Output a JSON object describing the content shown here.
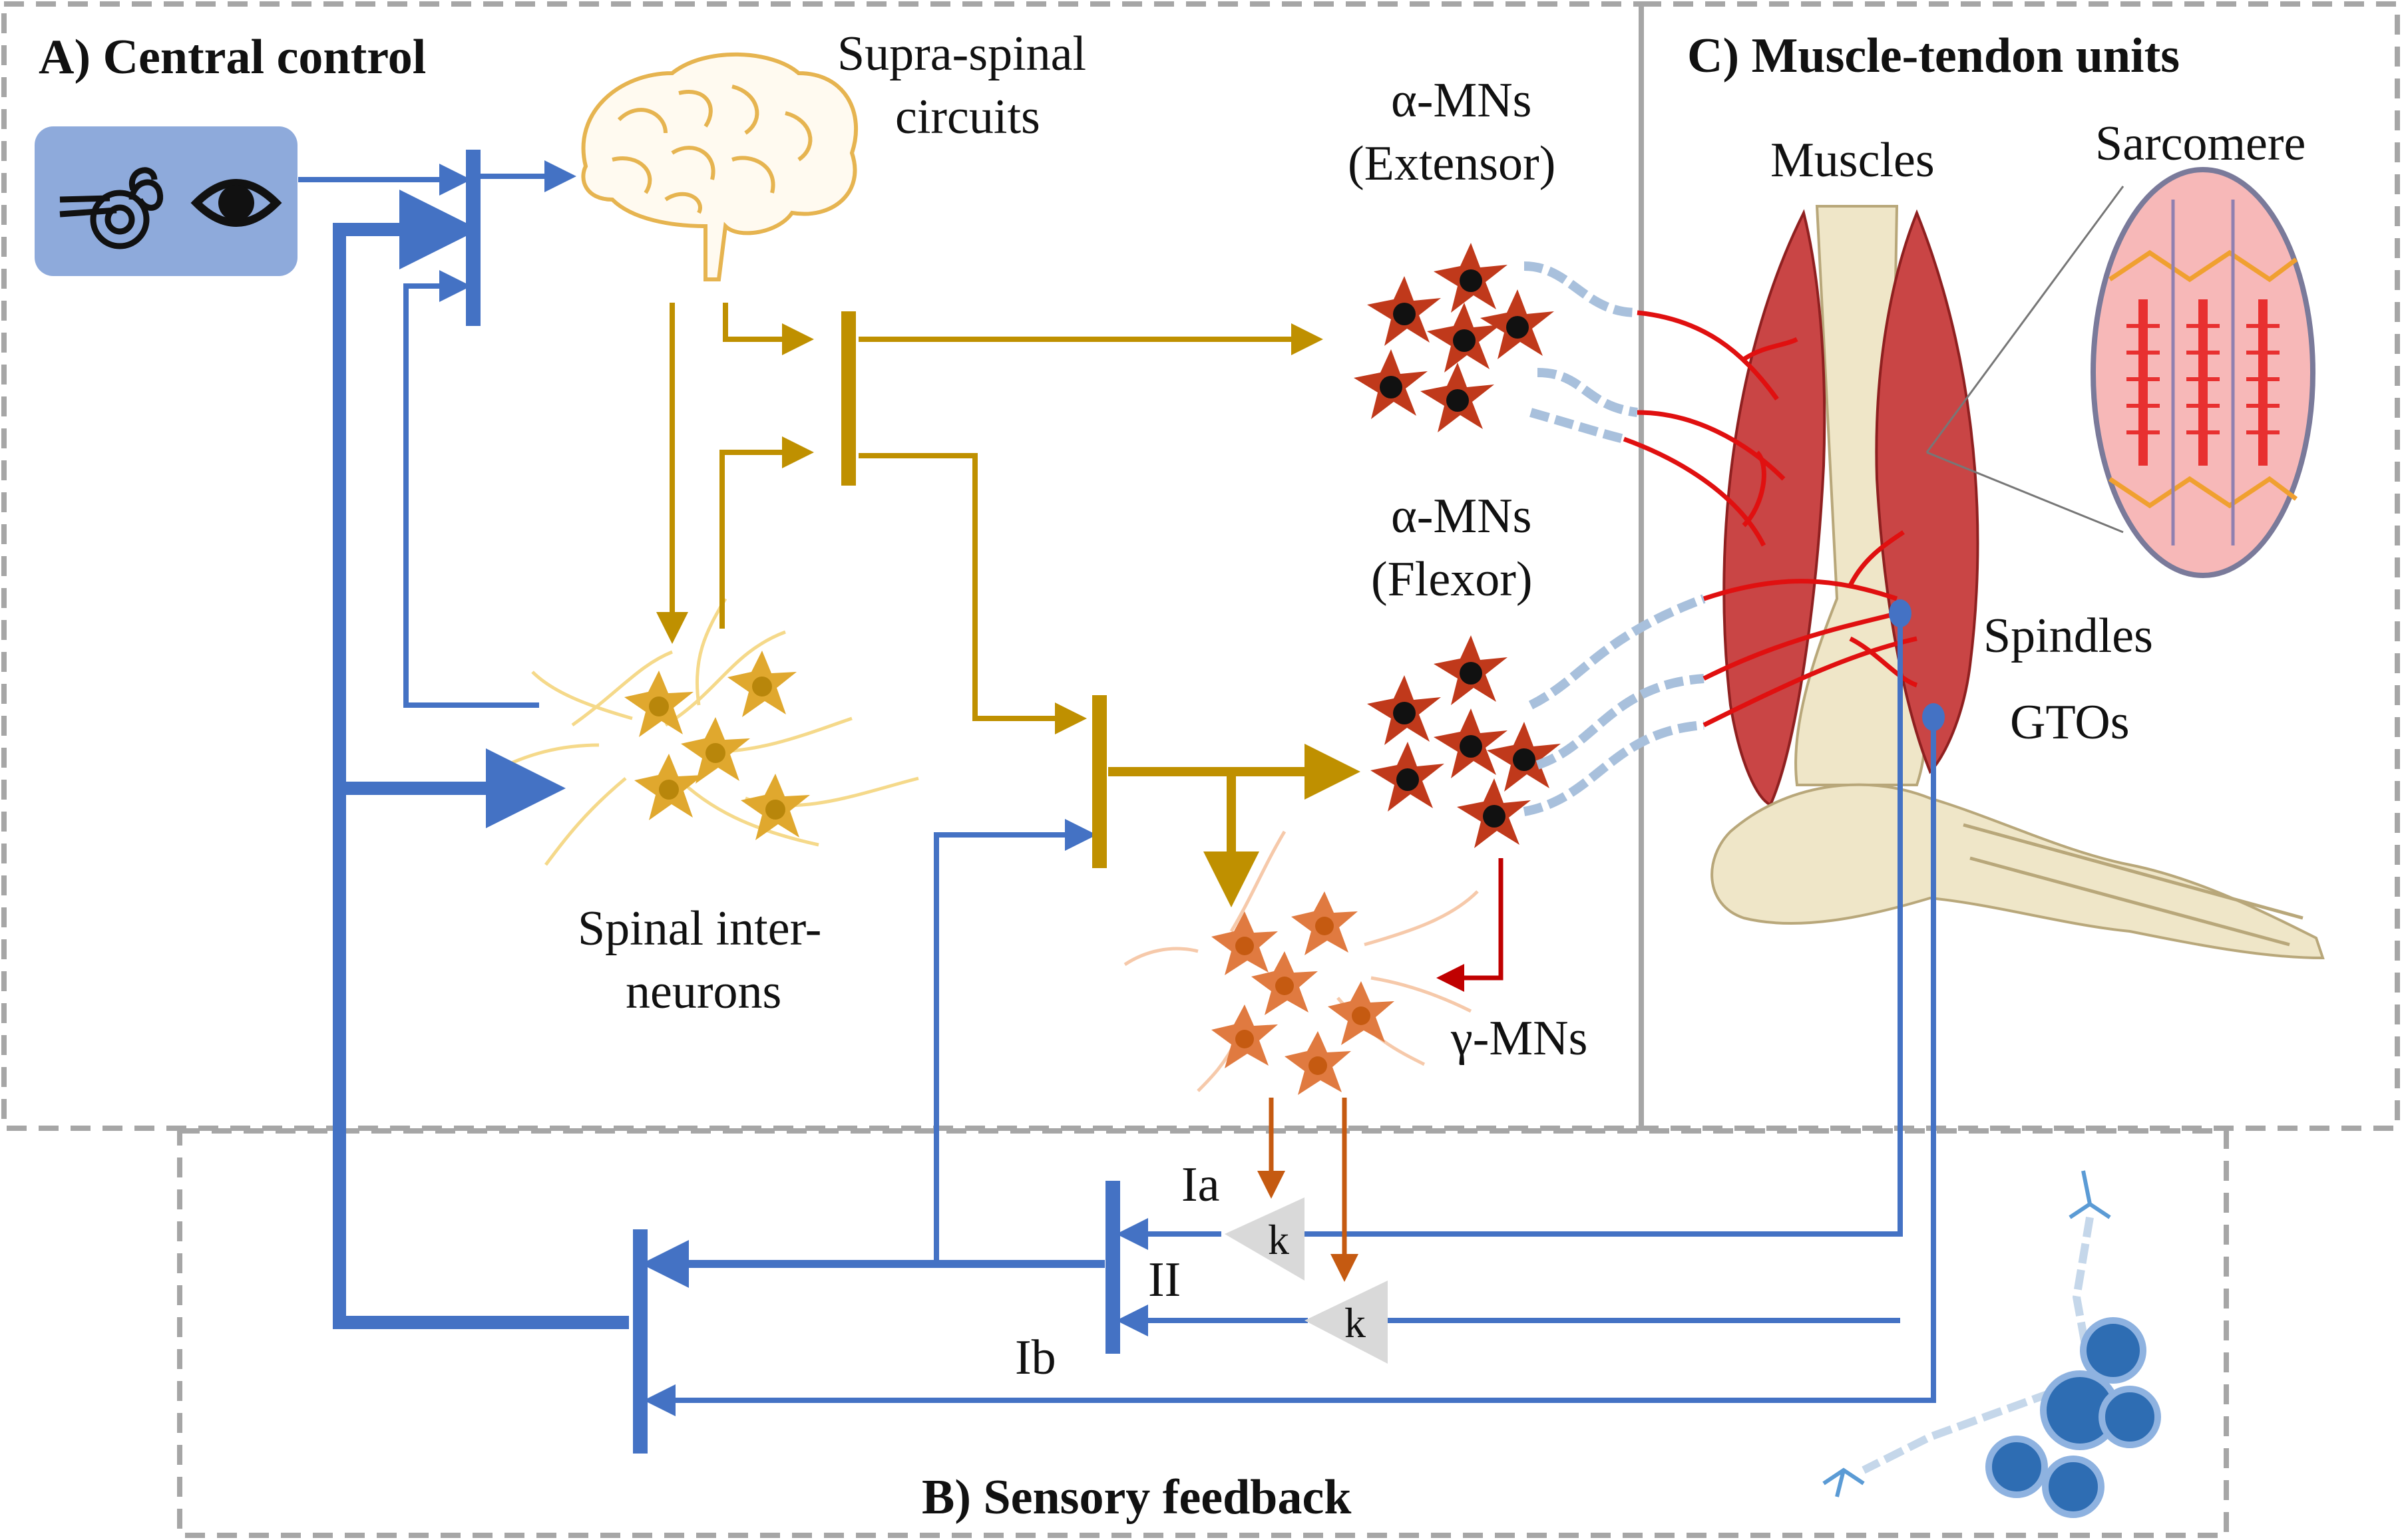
{
  "panels": {
    "central_control": "A) Central control",
    "sensory_feedback": "B) Sensory feedback",
    "muscle_tendon_units": "C) Muscle-tendon units"
  },
  "labels": {
    "supraspinal_line1": "Supra-spinal",
    "supraspinal_line2": "circuits",
    "alpha_ext_line1": "α-MNs",
    "alpha_ext_line2": "(Extensor)",
    "alpha_flex_line1": "α-MNs",
    "alpha_flex_line2": "(Flexor)",
    "interneurons_line1": "Spinal inter-",
    "interneurons_line2": "neurons",
    "gamma_mns": "γ-MNs",
    "muscles": "Muscles",
    "sarcomere": "Sarcomere",
    "spindles": "Spindles",
    "gtos": "GTOs",
    "ia": "Ia",
    "ii": "II",
    "ib": "Ib",
    "gain_1": "k",
    "gain_2": "k"
  },
  "icons": [
    "ear-icon",
    "eye-icon",
    "brain-icon",
    "neuron-cluster-icon",
    "leg-muscle-icon",
    "sarcomere-icon",
    "sensory-neuron-icon"
  ],
  "colors": {
    "feedback_blue": "#4472c4",
    "motor_gold": "#bf9000",
    "gamma_orange": "#c55a11",
    "alpha_red": "#c00000",
    "panel_border": "#a6a6a6",
    "sensor_box": "#8eaadb"
  }
}
